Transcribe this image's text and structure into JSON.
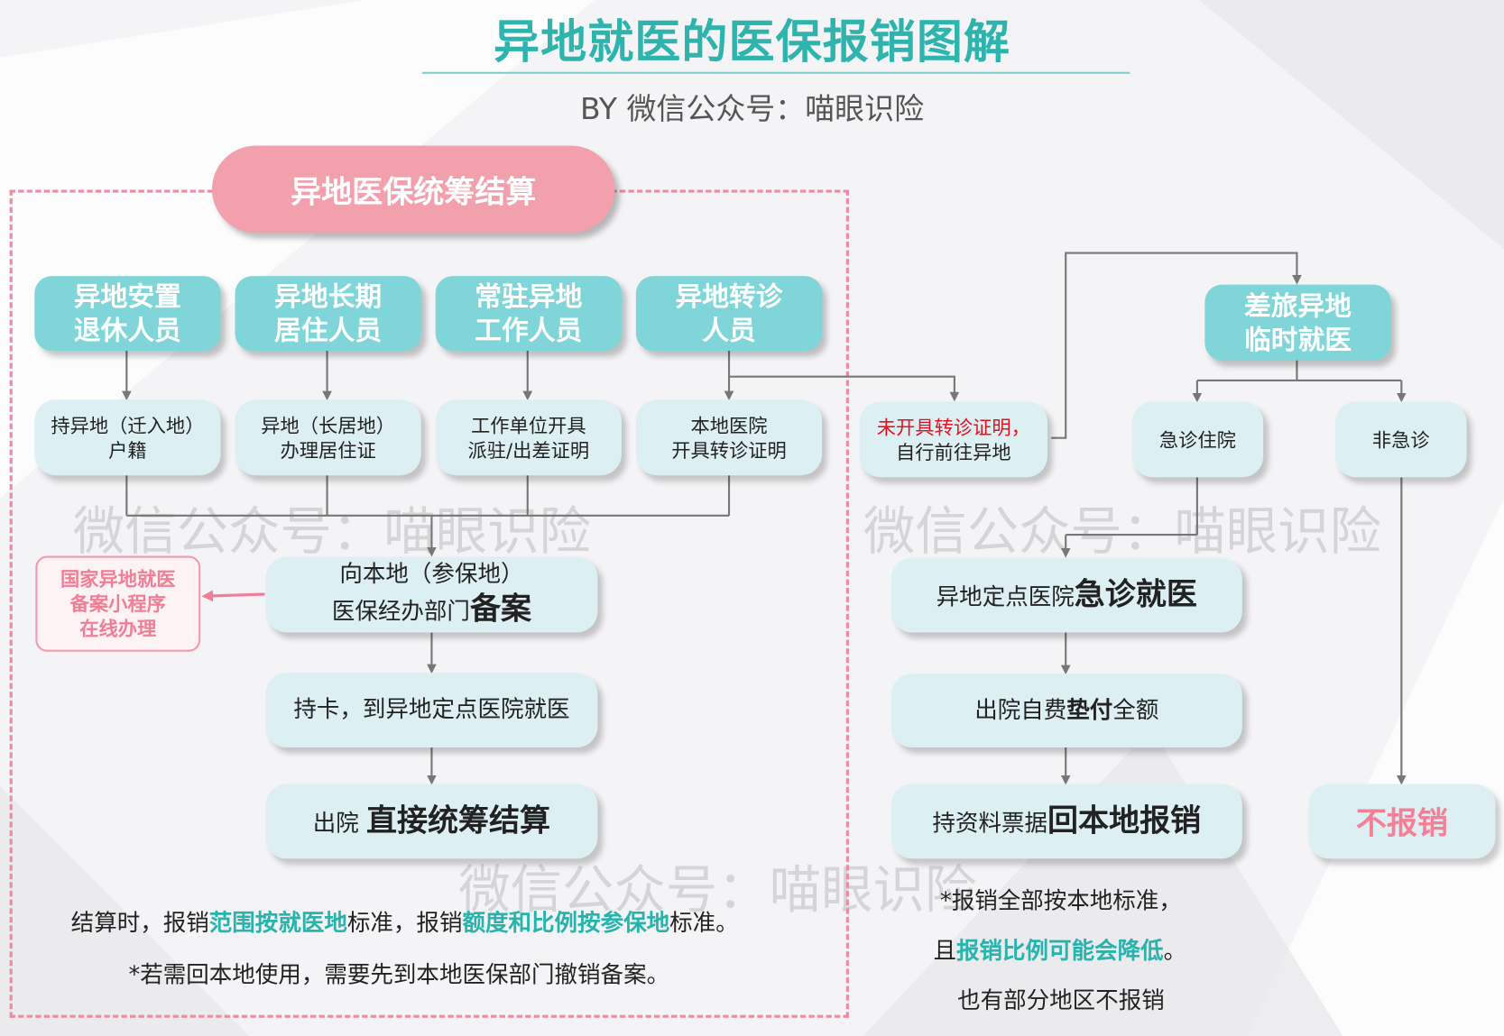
{
  "title": "异地就医的医保报销图解",
  "subtitle": "BY 微信公众号：喵眼识险",
  "header_pill": "异地医保统筹结算",
  "categories": [
    {
      "line1": "异地安置",
      "line2": "退休人员"
    },
    {
      "line1": "异地长期",
      "line2": "居住人员"
    },
    {
      "line1": "常驻异地",
      "line2": "工作人员"
    },
    {
      "line1": "异地转诊",
      "line2": "人员"
    }
  ],
  "requirements": [
    {
      "line1": "持异地（迁入地）",
      "line2": "户籍"
    },
    {
      "line1": "异地（长居地）",
      "line2": "办理居住证"
    },
    {
      "line1": "工作单位开具",
      "line2": "派驻/出差证明"
    },
    {
      "line1": "本地医院",
      "line2": "开具转诊证明"
    }
  ],
  "no_referral": {
    "line1": "未开具转诊证明，",
    "line2": "自行前往异地"
  },
  "temporary": {
    "line1": "差旅异地",
    "line2": "临时就医",
    "emergency": "急诊住院",
    "non_emergency": "非急诊"
  },
  "miniprogram": {
    "line1": "国家异地就医",
    "line2": "备案小程序",
    "line3": "在线办理"
  },
  "left_steps": {
    "filing_line1": "向本地（参保地）",
    "filing_line2_normal": "医保经办部门",
    "filing_line2_bold": "备案",
    "visit": "持卡，到异地定点医院就医",
    "settle_normal": "出院",
    "settle_bold": "直接统筹结算"
  },
  "right_steps": {
    "emerg_normal": "异地定点医院",
    "emerg_bold": "急诊就医",
    "pay_a": "出院自费",
    "pay_b": "垫付",
    "pay_c": "全额",
    "claim_normal": "持资料票据",
    "claim_bold": "回本地报销"
  },
  "no_reimburse": "不报销",
  "notes_left": {
    "a": "结算时，报销",
    "b": "范围按就医地",
    "c": "标准，报销",
    "d": "额度和比例按参保地",
    "e": "标准。",
    "line2": "*若需回本地使用，需要先到本地医保部门撤销备案。"
  },
  "notes_right": {
    "line1": "*报销全部按本地标准，",
    "l2a": "且",
    "l2b": "报销比例可能会降低",
    "l2c": "。",
    "line3": "也有部分地区不报销"
  },
  "watermark": "微信公众号：喵眼识险",
  "colors": {
    "teal": "#7fd5d8",
    "pink": "#f3a0ad",
    "light_blue": "#dcf0f4",
    "title": "#2fb4ad",
    "red": "#e8101d"
  }
}
